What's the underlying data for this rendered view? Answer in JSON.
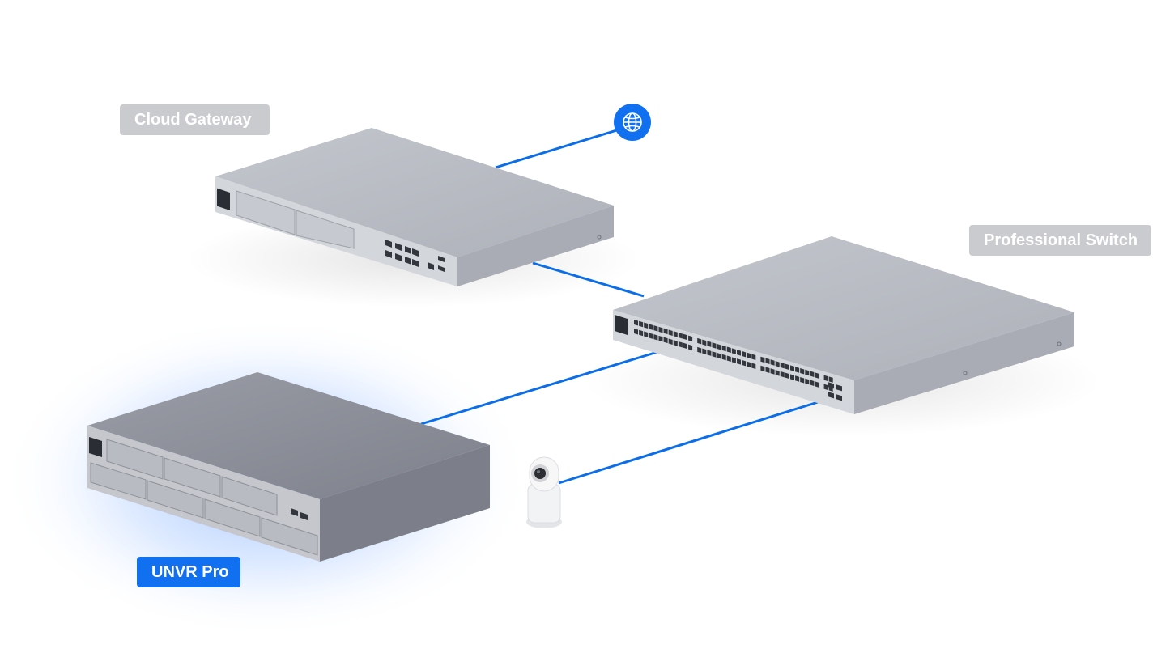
{
  "devices": {
    "cloud_gateway": {
      "label": "Cloud Gateway"
    },
    "professional_switch": {
      "label": "Professional Switch"
    },
    "unvr_pro": {
      "label": "UNVR Pro",
      "highlighted": true
    }
  },
  "internet": {
    "icon": "globe-icon"
  },
  "camera": {
    "icon": "camera-icon"
  },
  "colors": {
    "link": "#0b6ee8",
    "accent": "#1170ef",
    "label_inactive_bg": "#c9cbcf",
    "label_text": "#ffffff",
    "device_top": "#b8bbc3",
    "device_front": "#d2d5da",
    "device_side": "#a9acb4",
    "unvr_top": "#8c8f98",
    "unvr_front": "#c4c6cc",
    "unvr_side": "#7d808a"
  }
}
